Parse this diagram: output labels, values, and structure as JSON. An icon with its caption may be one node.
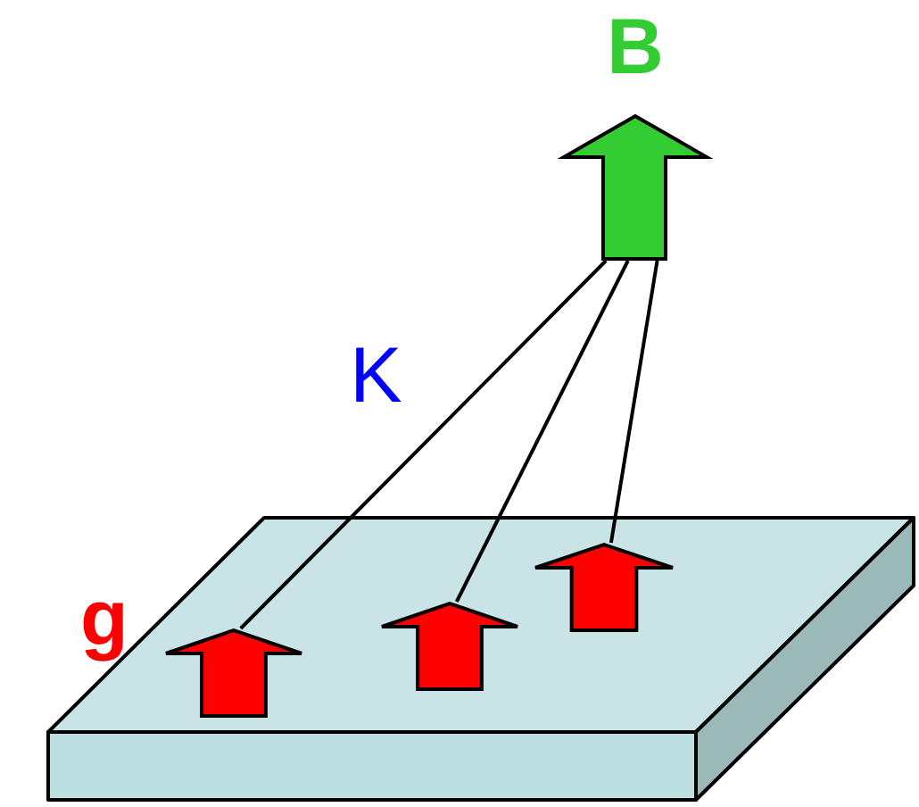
{
  "diagram": {
    "nodes": [
      {
        "text": [
          "B"
        ]
      },
      {
        "text": [],
        "shape": "box"
      },
      {
        "text": [],
        "shape": "arrow",
        "in": 1
      },
      {
        "text": [],
        "shape": "arrow",
        "in": 1
      },
      {
        "text": [],
        "shape": "arrow",
        "in": 1
      }
    ],
    "edges": [
      {
        "from": 0,
        "to": 2,
        "arrow": "none"
      },
      {
        "from": 0,
        "to": 3,
        "arrow": "none"
      },
      {
        "from": 0,
        "to": 4,
        "arrow": "none"
      }
    ],
    "labels": [
      "K",
      "g"
    ]
  }
}
